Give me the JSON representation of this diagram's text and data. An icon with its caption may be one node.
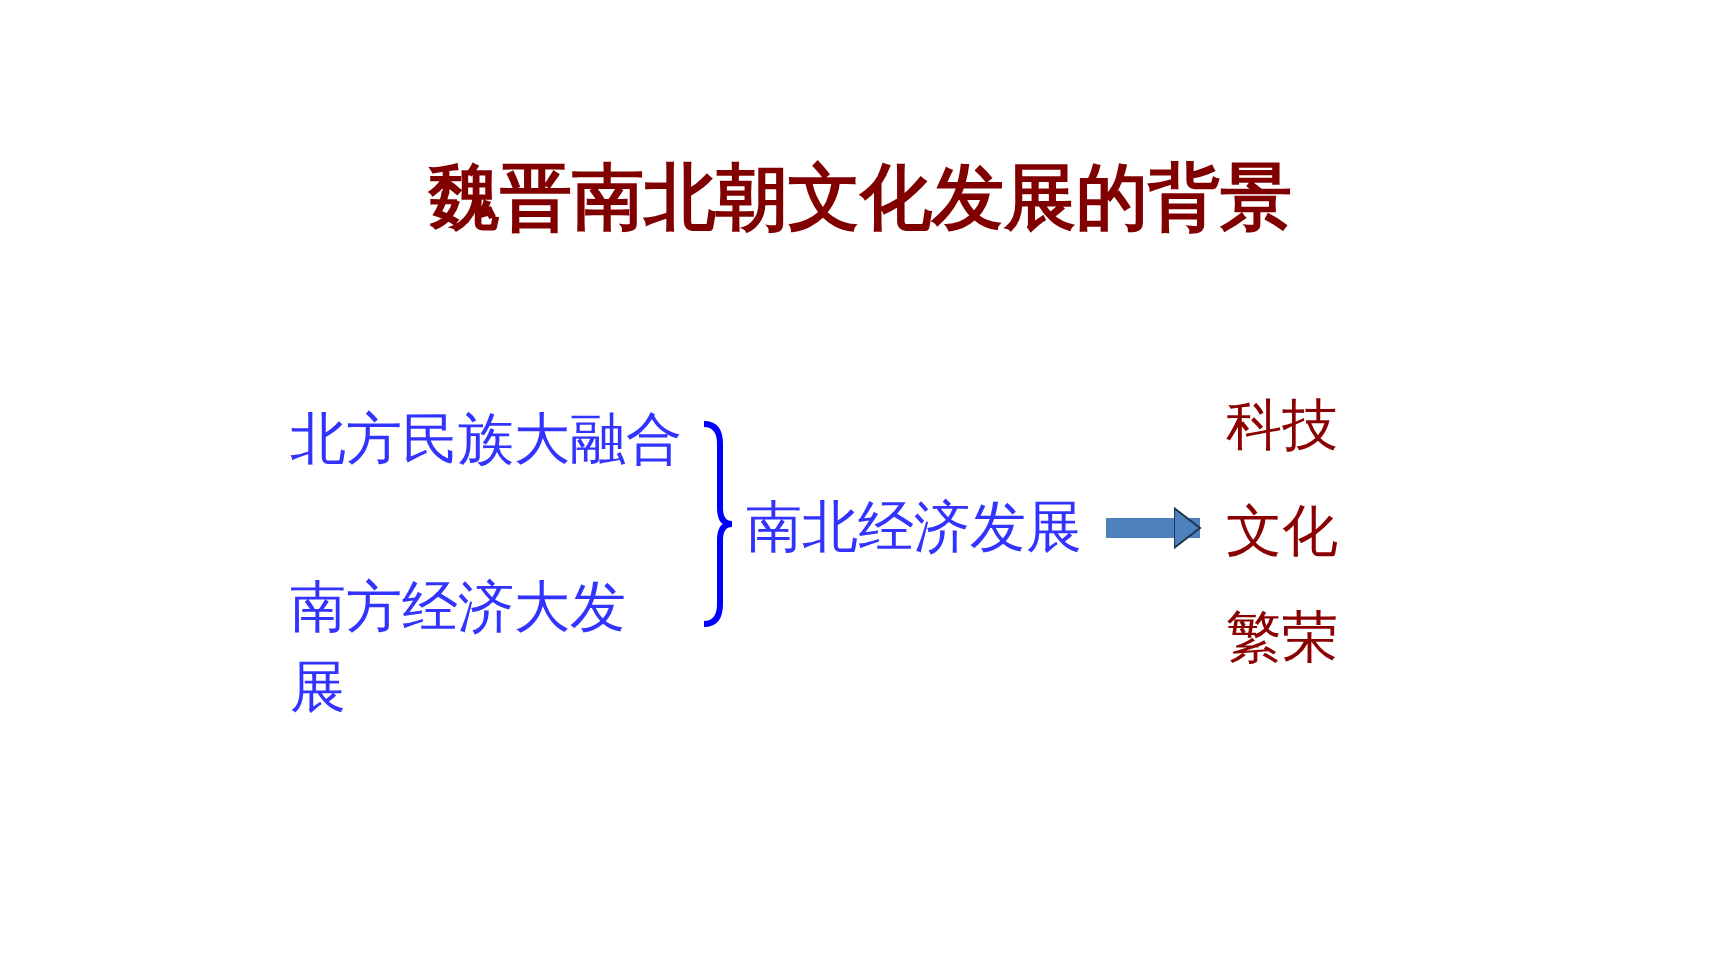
{
  "diagram": {
    "title": "魏晋南北朝文化发展的背景",
    "nodes": [
      {
        "text": [
          "北方民族大融合"
        ]
      },
      {
        "text": [
          "南方经济大发展"
        ]
      },
      {
        "text": [
          "南北经济发展"
        ]
      },
      {
        "text": [
          "科技文化繁荣"
        ]
      }
    ],
    "edges": [
      {
        "from": 2,
        "to": 3,
        "arrow": "to"
      }
    ]
  }
}
